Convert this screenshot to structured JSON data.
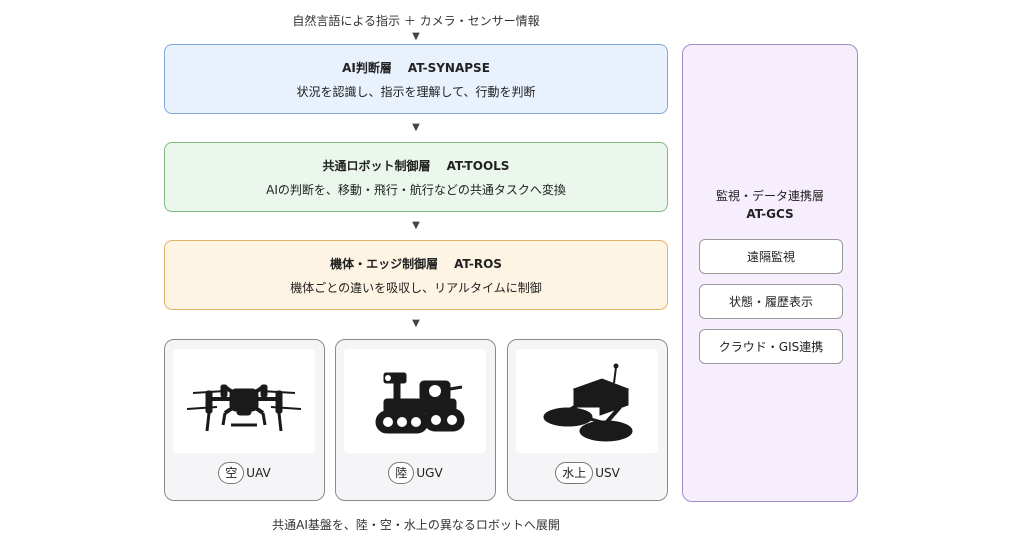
{
  "input_caption": "自然言語による指示 ＋ カメラ・センサー情報",
  "arrow_glyph": "▼",
  "layers": [
    {
      "name": "AI判断層",
      "code": "AT-SYNAPSE",
      "desc": "状況を認識し、指示を理解して、行動を判断",
      "bg": "#e9f1fc",
      "border": "#7fa6dc"
    },
    {
      "name": "共通ロボット制御層",
      "code": "AT-TOOLS",
      "desc": "AIの判断を、移動・飛行・航行などの共通タスクへ変換",
      "bg": "#ebf6ec",
      "border": "#7dba84"
    },
    {
      "name": "機体・エッジ制御層",
      "code": "AT-ROS",
      "desc": "機体ごとの違いを吸収し、リアルタイムに制御",
      "bg": "#fdf4e3",
      "border": "#e0b265"
    }
  ],
  "robots": [
    {
      "badge": "空",
      "type": "UAV",
      "icon": "drone-icon"
    },
    {
      "badge": "陸",
      "type": "UGV",
      "icon": "tracked-ground-robot-icon"
    },
    {
      "badge": "水上",
      "type": "USV",
      "icon": "catamaran-boat-icon"
    }
  ],
  "gcs": {
    "name": "監視・データ連携層",
    "code": "AT-GCS",
    "items": [
      "遠隔監視",
      "状態・履歴表示",
      "クラウド・GIS連携"
    ]
  },
  "footer_caption": "共通AI基盤を、陸・空・水上の異なるロボットへ展開"
}
